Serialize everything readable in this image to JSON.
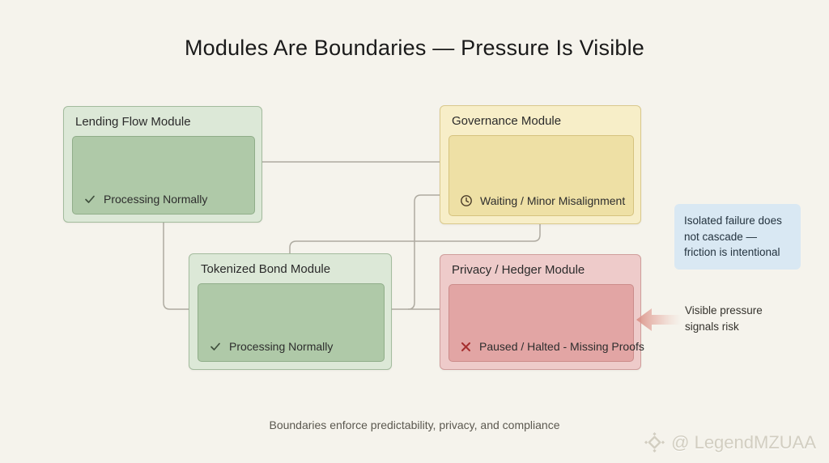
{
  "title": "Modules Are Boundaries — Pressure Is Visible",
  "modules": [
    {
      "name": "Lending Flow Module",
      "status": "Processing Normally",
      "icon": "check-icon",
      "state": "ok",
      "bg": "#dce8d7",
      "inner_bg": "#afc9a8"
    },
    {
      "name": "Governance Module",
      "status": "Waiting / Minor Misalignment",
      "icon": "clock-icon",
      "state": "waiting",
      "bg": "#f7eec8",
      "inner_bg": "#eee0a5"
    },
    {
      "name": "Tokenized Bond Module",
      "status": "Processing Normally",
      "icon": "check-icon",
      "state": "ok",
      "bg": "#dce8d7",
      "inner_bg": "#afc9a8"
    },
    {
      "name": "Privacy / Hedger Module",
      "status": "Paused / Halted - Missing Proofs",
      "icon": "x-icon",
      "state": "halted",
      "bg": "#eecbca",
      "inner_bg": "#e2a5a4"
    }
  ],
  "annotations": {
    "isolation_note": "Isolated failure does not cascade — friction is intentional",
    "pressure_label": "Visible pressure signals risk"
  },
  "caption": "Boundaries enforce predictability, privacy, and compliance",
  "watermark": "@ LegendMZUAA",
  "palette": {
    "background": "#f5f3ec",
    "green_bg": "#dce8d7",
    "green_inner": "#afc9a8",
    "yellow_bg": "#f7eec8",
    "yellow_inner": "#eee0a5",
    "red_bg": "#eecbca",
    "red_inner": "#e2a5a4",
    "note_bg": "#d9e8f3",
    "connector": "#aeaaa0",
    "check_color": "#3f4f3d",
    "clock_color": "#4a3b28",
    "x_color": "#a63030",
    "arrow_color": "#d98f85",
    "watermark_color": "#d2cec1"
  }
}
